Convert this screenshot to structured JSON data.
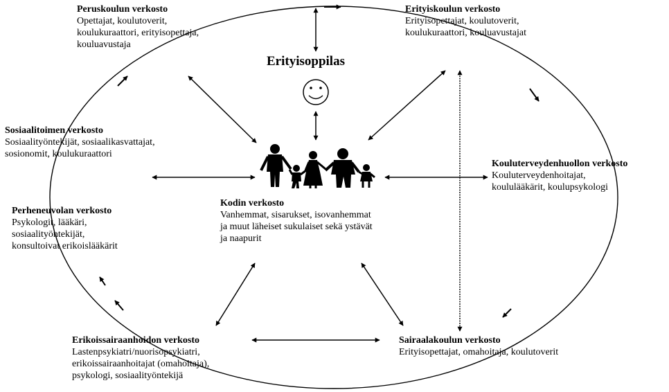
{
  "center": {
    "title": "Erityisoppilas"
  },
  "nodes": {
    "peruskoulu": {
      "title": "Peruskoulun verkosto",
      "lines": [
        "Opettajat, koulutoverit,",
        "koulukuraattori, erityisopettaja,",
        "kouluavustaja"
      ]
    },
    "erityiskoulu": {
      "title": "Erityiskoulun verkosto",
      "lines": [
        "Erityisopettajat, koulutoverit,",
        "koulukuraattori, kouluavustajat"
      ]
    },
    "sosiaalitoimi": {
      "title": "Sosiaalitoimen verkosto",
      "lines": [
        "Sosiaalityöntekijät, sosiaalikasvattajat,",
        "sosionomit, koulukuraattori"
      ]
    },
    "kouluterveydenhuolto": {
      "title": "Kouluterveydenhuollon verkosto",
      "lines": [
        "Kouluterveydenhoitajat,",
        "koululääkärit, koulupsykologi"
      ]
    },
    "perheneuvola": {
      "title": "Perheneuvolan verkosto",
      "lines": [
        "Psykologit, lääkäri,",
        "sosiaalityöntekijät,",
        "konsultoivat erikoislääkärit"
      ]
    },
    "koti": {
      "title": "Kodin verkosto",
      "lines": [
        "Vanhemmat, sisarukset, isovanhemmat",
        "ja muut läheiset sukulaiset sekä ystävät",
        "ja naapurit"
      ]
    },
    "erikoissairaanhoito": {
      "title": "Erikoissairaanhoidon verkosto",
      "lines": [
        "Lastenpsykiatri/nuorisopsykiatri,",
        "erikoissairaanhoitajat (omahoitaja),",
        "psykologi, sosiaalityöntekijä"
      ]
    },
    "sairaalakoulu": {
      "title": "Sairaalakoulun verkosto",
      "lines": [
        "Erityisopettajat, omahoitaja, koulutoverit"
      ]
    }
  }
}
